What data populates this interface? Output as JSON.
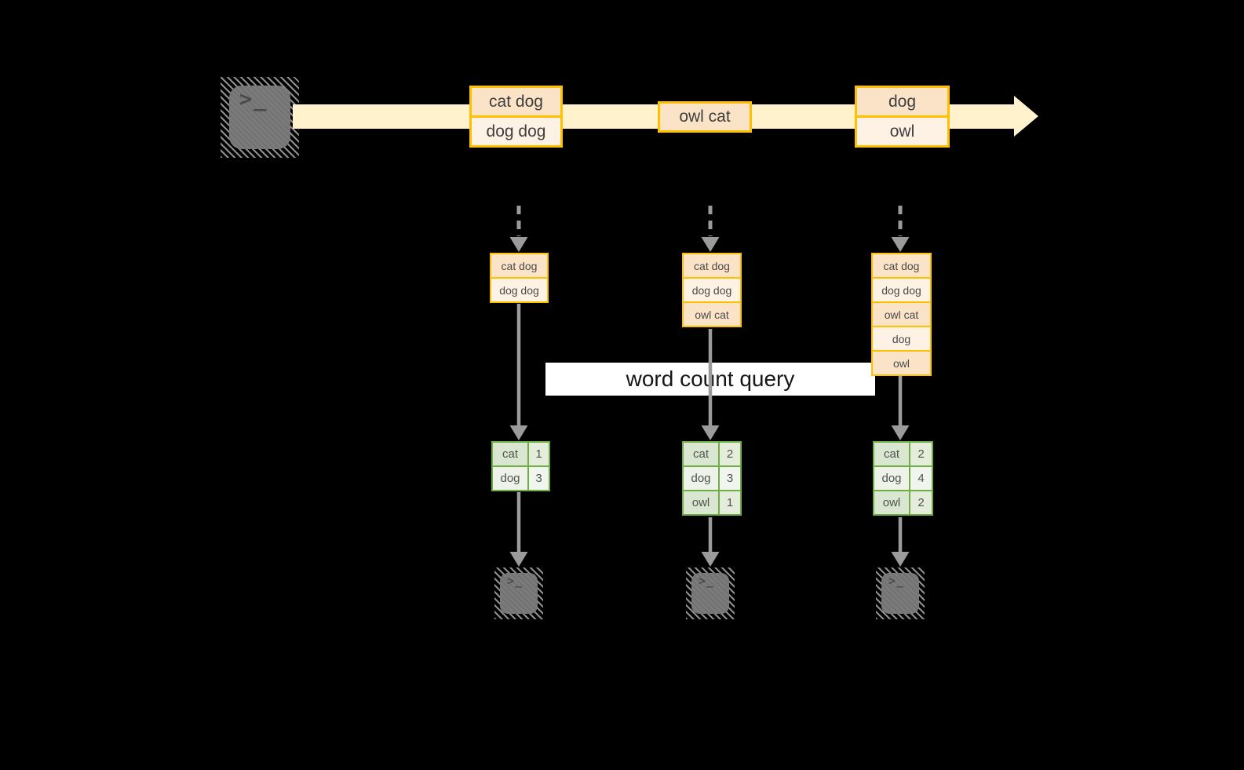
{
  "colors": {
    "background": "#000000",
    "stream_band": "#FFF2CC",
    "event_box_border": "#FFC000",
    "event_fill_dark": "#FAE3C6",
    "event_fill_light": "#FDF2E3",
    "table_border": "#70AD47",
    "table_fill_dark": "#DAE7D0",
    "table_fill_light": "#EDF3E8",
    "connector_gray": "#9B9B9B",
    "terminal_gray": "#7B7B7B",
    "banner_bg": "#FFFFFF",
    "text_dark": "#3F3F3F"
  },
  "icons": {
    "terminal_prompt_glyph": ">_"
  },
  "query": {
    "label": "word count query"
  },
  "stream": {
    "batches": [
      {
        "records": [
          "cat dog",
          "dog dog"
        ]
      },
      {
        "records": [
          "owl cat"
        ]
      },
      {
        "records": [
          "dog",
          "owl"
        ]
      }
    ]
  },
  "columns": [
    {
      "state_records": [
        "cat dog",
        "dog dog"
      ],
      "counts": [
        {
          "word": "cat",
          "count": "1"
        },
        {
          "word": "dog",
          "count": "3"
        }
      ]
    },
    {
      "state_records": [
        "cat dog",
        "dog dog",
        "owl cat"
      ],
      "counts": [
        {
          "word": "cat",
          "count": "2"
        },
        {
          "word": "dog",
          "count": "3"
        },
        {
          "word": "owl",
          "count": "1"
        }
      ]
    },
    {
      "state_records": [
        "cat dog",
        "dog dog",
        "owl cat",
        "dog",
        "owl"
      ],
      "counts": [
        {
          "word": "cat",
          "count": "2"
        },
        {
          "word": "dog",
          "count": "4"
        },
        {
          "word": "owl",
          "count": "2"
        }
      ]
    }
  ]
}
